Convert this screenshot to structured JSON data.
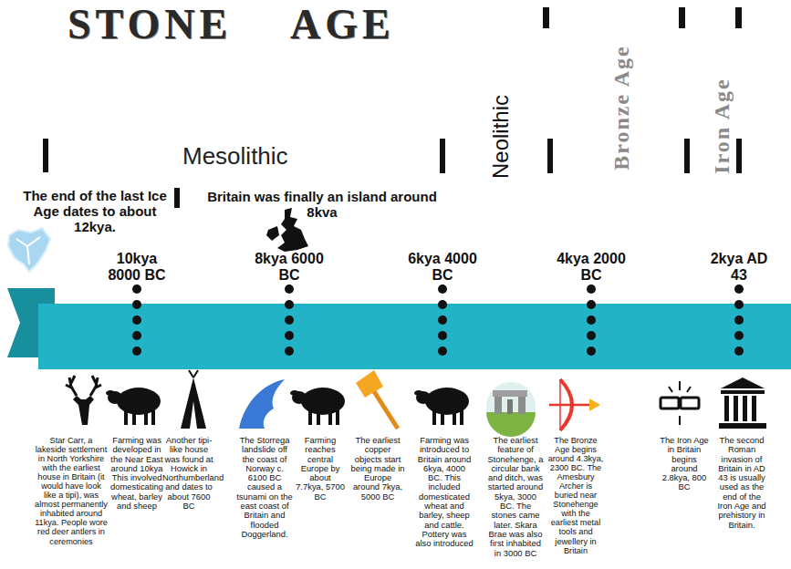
{
  "diagram": {
    "title": "STONE AGE",
    "labels": [
      "Mesolithic",
      "Neolithic",
      "Bronze Age",
      "Iron Age",
      "The end of the last Ice Age dates to about 12kya.",
      "Britain was finally an island around 8kva",
      "10kya 8000 BC",
      "8kya 6000 BC",
      "6kya 4000 BC",
      "4kya 2000 BC",
      "2kya AD 43",
      "Star Carr, a lakeside settlement in North Yorkshire with the earliest house in Britain (it would have look like a tipi), was almost permanently inhabited around 11kya. People wore red deer antlers in ceremonies",
      "Farming was developed in the Near East around 10kya This involved domesticating wheat, barley and sheep",
      "Another tipi-like house was found at Howick in Northumberland and dates to about 7600 BC",
      "The Storrega landslide off the coast of Norway c. 6100 BC caused a tsunami on the east coast of Britain and flooded Doggerland.",
      "Farming reaches central Europe by about 7.7kya, 5700 BC",
      "The earliest copper objects start being made in Europe around 7kya, 5000 BC",
      "Farming was introduced to Britain around 6kya, 4000 BC. This included domesticated wheat and barley, sheep and cattle. Pottery was also introduced",
      "The earliest feature of Stonehenge, a circular bank and ditch, was started around 5kya, 3000 BC. The stones came later. Skara Brae was also first inhabited in 3000 BC",
      "The Bronze Age begins around 4.3kya, 2300 BC. The Amesbury Archer is buried near Stonehenge with the earliest metal tools and jewellery in Britain",
      "The Iron Age in Britain begins around 2.8kya, 800 BC",
      "The second Roman invasion of Britain in AD 43 is usually used as the end of the Iron Age and prehistory in Britain."
    ]
  }
}
